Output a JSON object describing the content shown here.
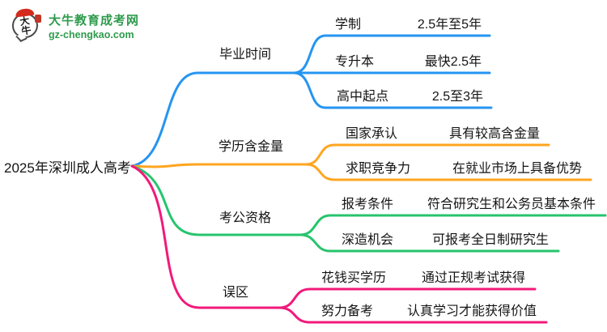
{
  "logo": {
    "badge_text": "大牛",
    "site_name": "大牛教育成考网",
    "site_url": "gz-chengkao.com",
    "name_color": "#2e9b4c",
    "badge_red": "#d42a1d",
    "seal_red": "#c03628"
  },
  "root": {
    "label": "2025年深圳成人高考"
  },
  "branches": [
    {
      "label": "毕业时间",
      "color": "#2595f2",
      "children": [
        {
          "label": "学制",
          "value": "2.5年至5年"
        },
        {
          "label": "专升本",
          "value": "最快2.5年"
        },
        {
          "label": "高中起点",
          "value": "2.5至3年"
        }
      ]
    },
    {
      "label": "学历含金量",
      "color": "#ffa51f",
      "children": [
        {
          "label": "国家承认",
          "value": "具有较高含金量"
        },
        {
          "label": "求职竞争力",
          "value": "在就业市场上具备优势"
        }
      ]
    },
    {
      "label": "考公资格",
      "color": "#27c46d",
      "children": [
        {
          "label": "报考条件",
          "value": "符合研究生和公务员基本条件"
        },
        {
          "label": "深造机会",
          "value": "可报考全日制研究生"
        }
      ]
    },
    {
      "label": "误区",
      "color": "#f2197b",
      "children": [
        {
          "label": "花钱买学历",
          "value": "通过正规考试获得"
        },
        {
          "label": "努力备考",
          "value": "认真学习才能获得价值"
        }
      ]
    }
  ]
}
